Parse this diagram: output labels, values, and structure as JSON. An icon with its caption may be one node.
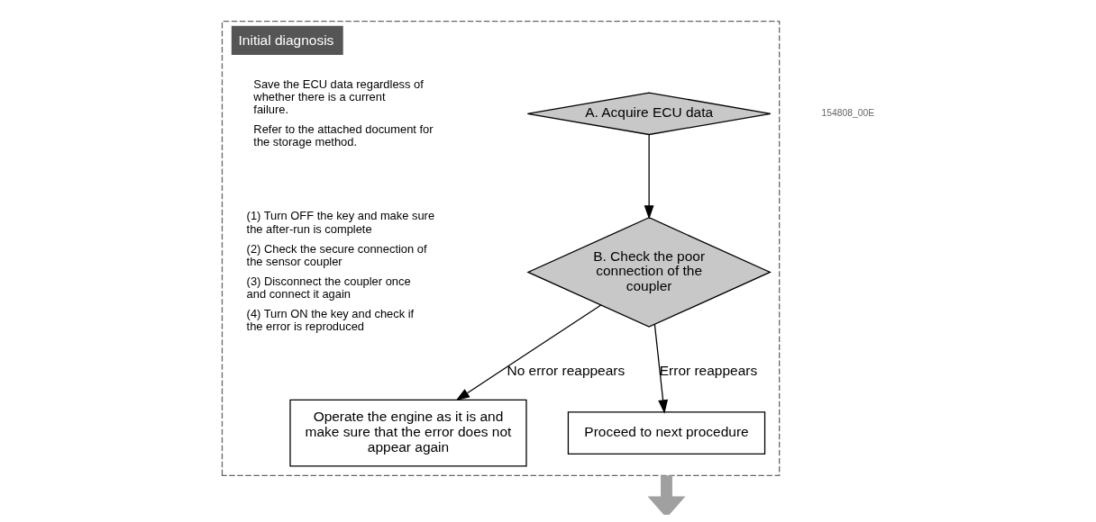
{
  "diagram": {
    "nodes": [
      {
        "text": [
          "Initial diagnosis"
        ]
      },
      {
        "text": [
          "A. Acquire ECU data"
        ],
        "in": 0,
        "beside": [
          "Save the ECU data regardless of whether there is a current failure.",
          "Refer to the attached document for the storage method."
        ]
      },
      {
        "text": [
          "B. Check the poor connection of the coupler"
        ],
        "in": 0,
        "beside": [
          "(1) Turn OFF the key and make sure the after-run is complete",
          "(2) Check the secure connection of the sensor coupler",
          "(3) Disconnect the coupler once and connect it again",
          "(4) Turn ON the key and check if the error is reproduced"
        ]
      },
      {
        "text": [
          "Operate the engine as it is and make sure that the error does not appear again"
        ],
        "in": 0
      },
      {
        "text": [
          "Proceed to next procedure"
        ],
        "in": 0
      }
    ],
    "edges": [
      {
        "from": 1,
        "to": 2,
        "arrow": "to"
      },
      {
        "from": 2,
        "to": 3,
        "arrow": "to",
        "label": "No error reappears"
      },
      {
        "from": 2,
        "to": 4,
        "arrow": "to",
        "label": "Error reappears"
      },
      {
        "from": 0,
        "to": null,
        "arrow": "to",
        "style": "thick",
        "color": "#a0a0a0"
      }
    ],
    "labels": [
      "154808_00E"
    ]
  }
}
